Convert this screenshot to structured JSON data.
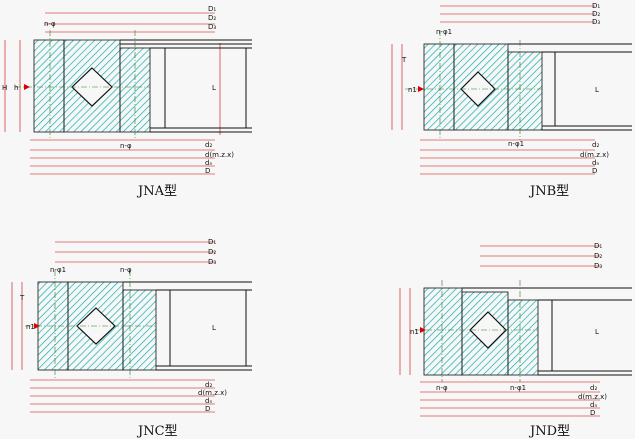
{
  "colors": {
    "hatch": "#00aaaa",
    "dim": "#cc0000",
    "ink": "#111111",
    "center": "#2a7a2a",
    "label": "#dd0000"
  },
  "dims": {
    "d1": "D₁",
    "d2": "D₂",
    "d3": "D₃",
    "dL": "d₂",
    "dm": "d(m.z.x)",
    "dn": "dₙ",
    "D": "D",
    "L": "L",
    "H": "H",
    "h": "h",
    "T": "T",
    "n1": "n1",
    "np": "n-φ",
    "np1": "n-φ1"
  },
  "panels": [
    {
      "caption": "JNA型"
    },
    {
      "caption": "JNB型"
    },
    {
      "caption": "JNC型"
    },
    {
      "caption": "JND型"
    }
  ]
}
